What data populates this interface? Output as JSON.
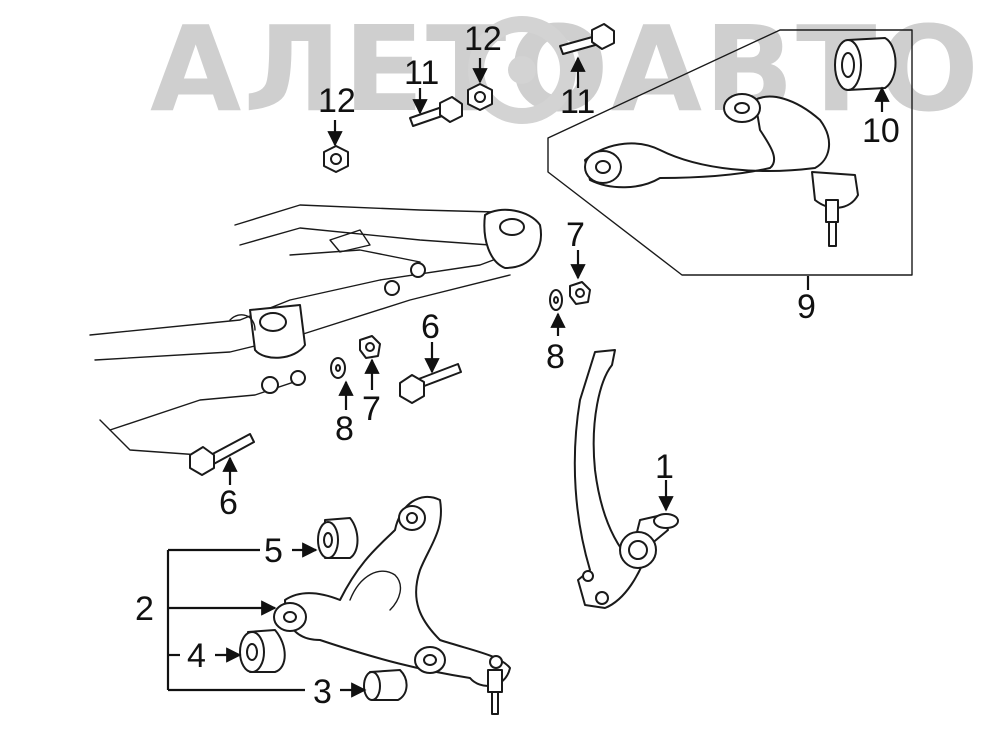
{
  "watermark": "АЛЕТОАВТО",
  "callouts": [
    {
      "id": "c1",
      "text": "1"
    },
    {
      "id": "c2",
      "text": "2"
    },
    {
      "id": "c3",
      "text": "3"
    },
    {
      "id": "c4",
      "text": "4"
    },
    {
      "id": "c5",
      "text": "5"
    },
    {
      "id": "c6a",
      "text": "6"
    },
    {
      "id": "c6b",
      "text": "6"
    },
    {
      "id": "c7a",
      "text": "7"
    },
    {
      "id": "c7b",
      "text": "7"
    },
    {
      "id": "c8a",
      "text": "8"
    },
    {
      "id": "c8b",
      "text": "8"
    },
    {
      "id": "c9",
      "text": "9"
    },
    {
      "id": "c10",
      "text": "10"
    },
    {
      "id": "c11a",
      "text": "11"
    },
    {
      "id": "c11b",
      "text": "11"
    },
    {
      "id": "c12a",
      "text": "12"
    },
    {
      "id": "c12b",
      "text": "12"
    }
  ]
}
